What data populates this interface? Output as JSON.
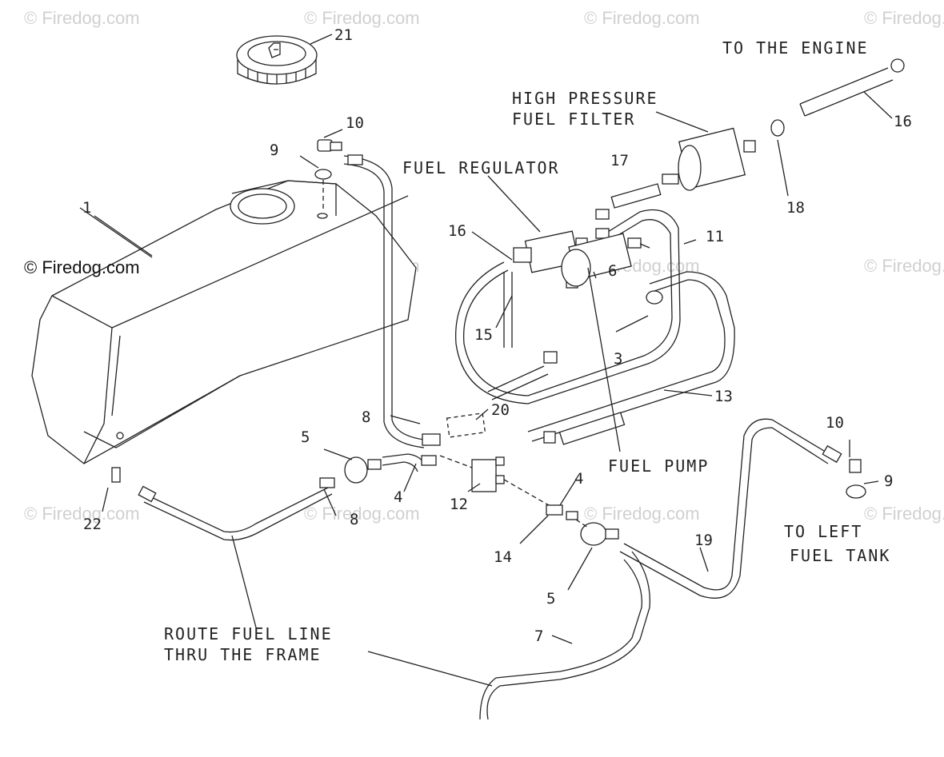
{
  "watermark": "© Firedog.com",
  "brand": "© Firedog.com",
  "labels": {
    "to_engine": "TO THE ENGINE",
    "hp_filter_1": "HIGH PRESSURE",
    "hp_filter_2": "FUEL FILTER",
    "fuel_regulator": "FUEL REGULATOR",
    "fuel_pump": "FUEL PUMP",
    "to_left_1": "TO LEFT",
    "to_left_2": "FUEL TANK",
    "route_1": "ROUTE FUEL LINE",
    "route_2": "THRU THE FRAME"
  },
  "callouts": {
    "c1": "1",
    "c3": "3",
    "c4a": "4",
    "c4b": "4",
    "c5a": "5",
    "c5b": "5",
    "c6": "6",
    "c7": "7",
    "c8a": "8",
    "c8b": "8",
    "c9a": "9",
    "c9b": "9",
    "c10a": "10",
    "c10b": "10",
    "c11": "11",
    "c12": "12",
    "c13": "13",
    "c14": "14",
    "c15": "15",
    "c16a": "16",
    "c16b": "16",
    "c17": "17",
    "c18": "18",
    "c19": "19",
    "c20": "20",
    "c21": "21",
    "c22": "22"
  }
}
